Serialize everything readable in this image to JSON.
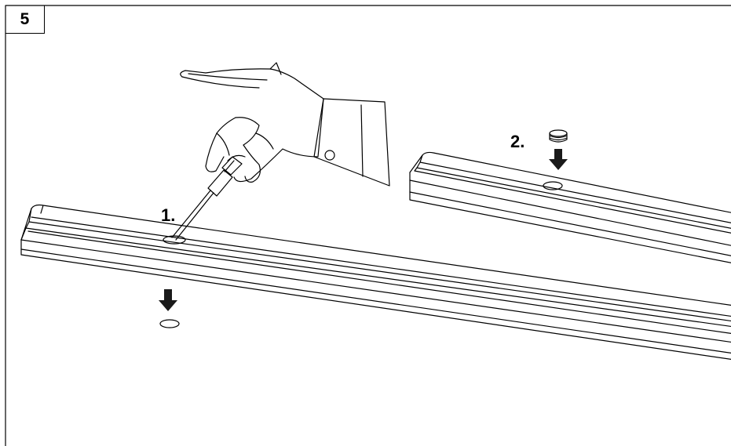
{
  "step": {
    "number": "5"
  },
  "labels": {
    "step1": "1.",
    "step2": "2."
  },
  "colors": {
    "line": "#000000",
    "background": "#ffffff",
    "arrow": "#1a1a1a"
  },
  "icons": {
    "hand": "hand-with-screwdriver-icon",
    "cap": "hole-cap-icon",
    "arrow": "arrow-down-icon"
  }
}
